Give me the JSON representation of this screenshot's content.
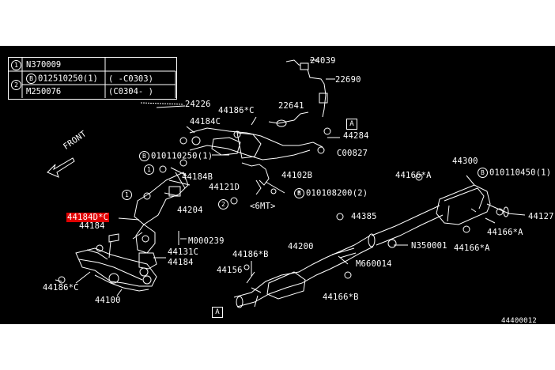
{
  "legend": {
    "rows": [
      {
        "marker": "1",
        "text": "N370009",
        "range": ""
      },
      {
        "marker": "2",
        "prefix": "B",
        "text": "012510250(1)",
        "range": "( -C0303)"
      },
      {
        "marker": "",
        "text": "M250076",
        "range": "(C0304- )"
      }
    ]
  },
  "labels": {
    "p24039": "24039",
    "p22690": "22690",
    "p24226": "24226",
    "p44186c_top": "44186*C",
    "p22641": "22641",
    "p44184c": "44184C",
    "boxA_top": "A",
    "p44284": "44284",
    "p010110250": "010110250(1)",
    "p00827": "C00827",
    "p44102b": "44102B",
    "p44184b": "44184B",
    "p44121d": "44121D",
    "p010108200": "010108200(2)",
    "p6mt": "<6MT>",
    "p44204": "44204",
    "p44184d_c": "44184D*C",
    "p44184": "44184",
    "pm000239": "M000239",
    "p44131c": "44131C",
    "p44184_2": "44184",
    "p44186c_left": "44186*C",
    "p44100": "44100",
    "p44186b": "44186*B",
    "p44200": "44200",
    "p44156": "44156",
    "pm660014": "M660014",
    "p44166b": "44166*B",
    "boxA_bottom": "A",
    "p44385": "44385",
    "pn350001": "N350001",
    "p44300": "44300",
    "p44166a_top": "44166*A",
    "p010110450": "010110450(1)",
    "p44127": "44127",
    "p44166a_r": "44166*A",
    "p44166a_b": "44166*A",
    "front": "FRONT",
    "diagram_id": "44400012"
  },
  "callouts": {
    "one": "1",
    "two": "2",
    "b": "B"
  }
}
